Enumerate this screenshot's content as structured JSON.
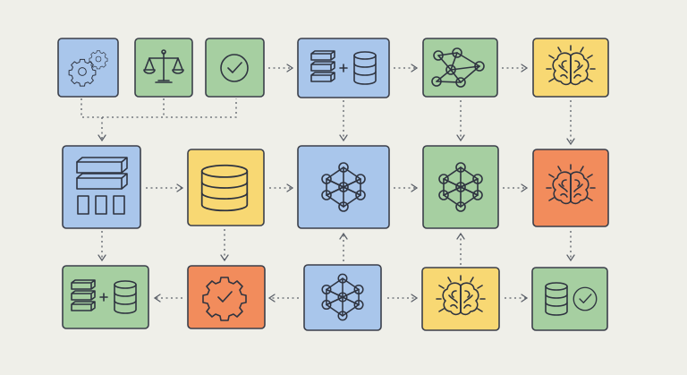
{
  "palette": {
    "background": "#efefe9",
    "blue": "#a9c6eb",
    "green": "#a6cfa1",
    "yellow": "#f8d873",
    "orange": "#f28c5c",
    "node_blue": "#7ea6e0",
    "node_green": "#7dbb7b",
    "node_orange": "#ee8a55",
    "node_yellow": "#f5d064"
  },
  "nodes": [
    {
      "id": "gears",
      "color": "blue",
      "icon": "gears-icon"
    },
    {
      "id": "scales",
      "color": "green",
      "icon": "scales-icon"
    },
    {
      "id": "check-top",
      "color": "green",
      "icon": "check-circle-icon"
    },
    {
      "id": "stack-plus-db-top",
      "color": "blue",
      "icon": "stack-plus-database-icon"
    },
    {
      "id": "graph-top",
      "color": "green",
      "icon": "graph-network-icon"
    },
    {
      "id": "brain-top",
      "color": "yellow",
      "icon": "brain-icon"
    },
    {
      "id": "data-blocks",
      "color": "blue",
      "icon": "data-blocks-icon"
    },
    {
      "id": "database-mid",
      "color": "yellow",
      "icon": "database-icon"
    },
    {
      "id": "neural-mid-blue",
      "color": "blue",
      "icon": "neural-network-icon"
    },
    {
      "id": "neural-mid-green",
      "color": "green",
      "icon": "neural-network-icon"
    },
    {
      "id": "brain-mid",
      "color": "orange",
      "icon": "brain-icon"
    },
    {
      "id": "stack-plus-db-bot",
      "color": "green",
      "icon": "stack-plus-database-icon"
    },
    {
      "id": "gear-check",
      "color": "orange",
      "icon": "gear-check-icon"
    },
    {
      "id": "neural-bot",
      "color": "blue",
      "icon": "neural-network-icon"
    },
    {
      "id": "brain-bot",
      "color": "yellow",
      "icon": "brain-icon"
    },
    {
      "id": "db-check",
      "color": "green",
      "icon": "database-check-icon"
    }
  ],
  "connections": [
    {
      "from": "gears",
      "to": "data-blocks",
      "style": "dotted"
    },
    {
      "from": "scales",
      "to": "data-blocks",
      "style": "dotted"
    },
    {
      "from": "check-top",
      "to": "data-blocks",
      "style": "dotted"
    },
    {
      "from": "check-top",
      "to": "stack-plus-db-top",
      "style": "dotted"
    },
    {
      "from": "stack-plus-db-top",
      "to": "graph-top",
      "style": "dotted"
    },
    {
      "from": "graph-top",
      "to": "brain-top",
      "style": "dotted"
    },
    {
      "from": "stack-plus-db-top",
      "to": "neural-mid-blue",
      "style": "dotted"
    },
    {
      "from": "graph-top",
      "to": "neural-mid-green",
      "style": "dotted"
    },
    {
      "from": "brain-top",
      "to": "brain-mid",
      "style": "dotted"
    },
    {
      "from": "data-blocks",
      "to": "database-mid",
      "style": "dotted"
    },
    {
      "from": "database-mid",
      "to": "neural-mid-blue",
      "style": "dotted"
    },
    {
      "from": "neural-mid-blue",
      "to": "neural-mid-green",
      "style": "dotted"
    },
    {
      "from": "neural-mid-green",
      "to": "brain-mid",
      "style": "dotted"
    },
    {
      "from": "data-blocks",
      "to": "stack-plus-db-bot",
      "style": "dotted"
    },
    {
      "from": "database-mid",
      "to": "gear-check",
      "style": "dotted"
    },
    {
      "from": "neural-bot",
      "to": "neural-mid-blue",
      "style": "dotted"
    },
    {
      "from": "brain-bot",
      "to": "neural-mid-green",
      "style": "dotted"
    },
    {
      "from": "brain-mid",
      "to": "db-check",
      "style": "dotted"
    },
    {
      "from": "gear-check",
      "to": "stack-plus-db-bot",
      "style": "dotted"
    },
    {
      "from": "neural-bot",
      "to": "gear-check",
      "style": "dotted"
    },
    {
      "from": "neural-bot",
      "to": "brain-bot",
      "style": "dotted"
    },
    {
      "from": "brain-bot",
      "to": "db-check",
      "style": "dotted"
    }
  ]
}
